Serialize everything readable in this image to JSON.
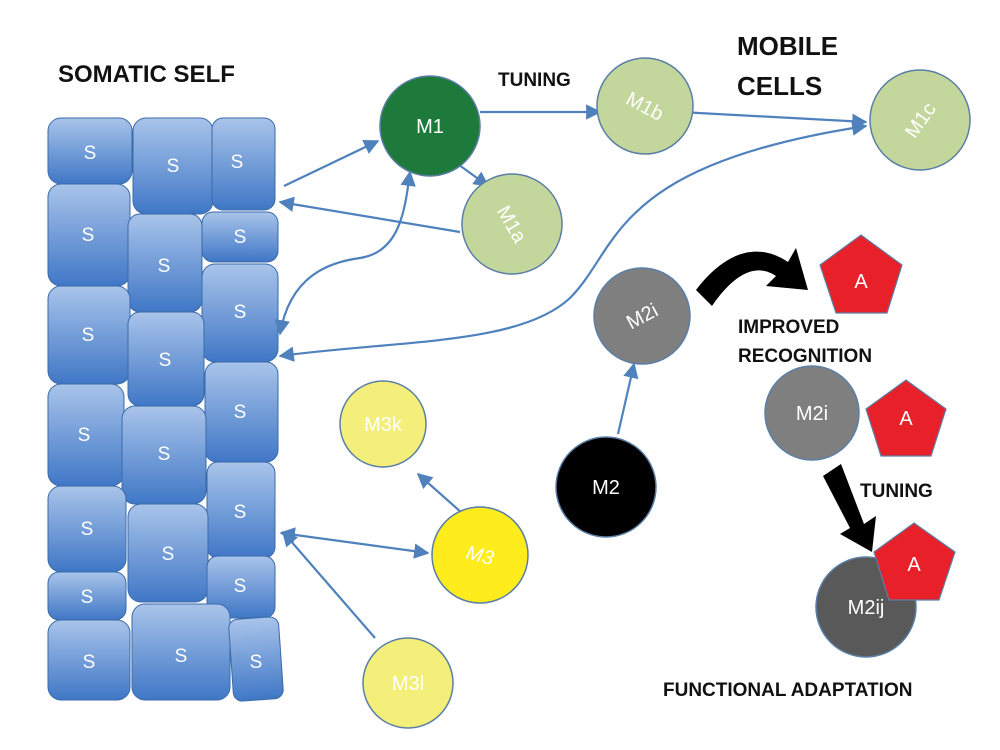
{
  "headings": {
    "somatic_self": "SOMATIC SELF",
    "mobile_cells": [
      "MOBILE",
      "CELLS"
    ],
    "tuning_top": "TUNING",
    "improved_recognition": [
      "IMPROVED",
      "RECOGNITION"
    ],
    "tuning_right": "TUNING",
    "functional_adaptation": "FUNCTIONAL ADAPTATION"
  },
  "somatic_cell_label": "S",
  "nodes": {
    "m1": "M1",
    "m1a": "M1a",
    "m1b": "M1b",
    "m1c": "M1c",
    "m2": "M2",
    "m2i": "M2i",
    "m2i_bound": "M2i",
    "m2ij": "M2ij",
    "m3": "M3",
    "m3k": "M3k",
    "m3l": "M3l"
  },
  "antigen_label": "A",
  "colors": {
    "somatic_top": "#a9c4ea",
    "somatic_bottom": "#3f77c6",
    "arrow": "#4f81bd",
    "m1": "#1e7a3a",
    "m1_light": "#c3d69b",
    "m2": "#000000",
    "m2i": "#7f7f7f",
    "m2ij": "#595959",
    "m3": "#ffec1c",
    "m3_light": "#f3ef7a",
    "antigen": "#e8202a"
  }
}
